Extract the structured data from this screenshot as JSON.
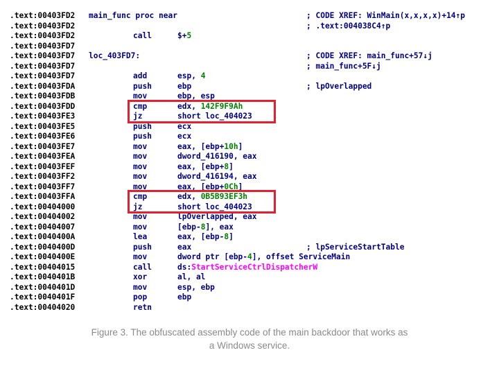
{
  "lines": [
    {
      "addr": ".text:00403FD2",
      "label": "main_func proc near",
      "mnem": "",
      "ops": "",
      "comment": "; CODE XREF: WinMain(x,x,x,x)+14↑p"
    },
    {
      "addr": ".text:00403FD2",
      "label": "",
      "mnem": "",
      "ops": "",
      "comment": "; .text:004038C4↑p"
    },
    {
      "addr": ".text:00403FD2",
      "label": "",
      "mnem": "call",
      "ops": "$+5",
      "comment": ""
    },
    {
      "addr": ".text:00403FD7",
      "label": "",
      "mnem": "",
      "ops": "",
      "comment": ""
    },
    {
      "addr": ".text:00403FD7",
      "label": "loc_403FD7:",
      "mnem": "",
      "ops": "",
      "comment": "; CODE XREF: main_func+57↓j"
    },
    {
      "addr": ".text:00403FD7",
      "label": "",
      "mnem": "",
      "ops": "",
      "comment": "; main_func+5F↓j"
    },
    {
      "addr": ".text:00403FD7",
      "label": "",
      "mnem": "add",
      "ops": "esp, 4",
      "comment": ""
    },
    {
      "addr": ".text:00403FDA",
      "label": "",
      "mnem": "push",
      "ops": "ebp",
      "comment": "; lpOverlapped"
    },
    {
      "addr": ".text:00403FDB",
      "label": "",
      "mnem": "mov",
      "ops": "ebp, esp",
      "comment": ""
    },
    {
      "addr": ".text:00403FDD",
      "label": "",
      "mnem": "cmp",
      "ops": "edx, 142F9F9Ah",
      "comment": ""
    },
    {
      "addr": ".text:00403FE3",
      "label": "",
      "mnem": "jz",
      "ops": "short loc_404023",
      "comment": ""
    },
    {
      "addr": ".text:00403FE5",
      "label": "",
      "mnem": "push",
      "ops": "ecx",
      "comment": ""
    },
    {
      "addr": ".text:00403FE6",
      "label": "",
      "mnem": "push",
      "ops": "ecx",
      "comment": ""
    },
    {
      "addr": ".text:00403FE7",
      "label": "",
      "mnem": "mov",
      "ops": "eax, [ebp+10h]",
      "comment": ""
    },
    {
      "addr": ".text:00403FEA",
      "label": "",
      "mnem": "mov",
      "ops": "dword_416190, eax",
      "comment": ""
    },
    {
      "addr": ".text:00403FEF",
      "label": "",
      "mnem": "mov",
      "ops": "eax, [ebp+8]",
      "comment": ""
    },
    {
      "addr": ".text:00403FF2",
      "label": "",
      "mnem": "mov",
      "ops": "dword_416194, eax",
      "comment": ""
    },
    {
      "addr": ".text:00403FF7",
      "label": "",
      "mnem": "mov",
      "ops": "eax, [ebp+0Ch]",
      "comment": ""
    },
    {
      "addr": ".text:00403FFA",
      "label": "",
      "mnem": "cmp",
      "ops": "edx, 0B5B93EF3h",
      "comment": ""
    },
    {
      "addr": ".text:00404000",
      "label": "",
      "mnem": "jz",
      "ops": "short loc_404023",
      "comment": ""
    },
    {
      "addr": ".text:00404002",
      "label": "",
      "mnem": "mov",
      "ops": "lpOverlapped, eax",
      "comment": ""
    },
    {
      "addr": ".text:00404007",
      "label": "",
      "mnem": "mov",
      "ops": "[ebp-8], eax",
      "comment": ""
    },
    {
      "addr": ".text:0040400A",
      "label": "",
      "mnem": "lea",
      "ops": "eax, [ebp-8]",
      "comment": ""
    },
    {
      "addr": ".text:0040400D",
      "label": "",
      "mnem": "push",
      "ops": "eax",
      "comment": "; lpServiceStartTable"
    },
    {
      "addr": ".text:0040400E",
      "label": "",
      "mnem": "mov",
      "ops": "dword ptr [ebp-4], offset ServiceMain",
      "comment": ""
    },
    {
      "addr": ".text:00404015",
      "label": "",
      "mnem": "call",
      "ops": "ds:StartServiceCtrlDispatcherW",
      "comment": ""
    },
    {
      "addr": ".text:0040401B",
      "label": "",
      "mnem": "xor",
      "ops": "al, al",
      "comment": ""
    },
    {
      "addr": ".text:0040401D",
      "label": "",
      "mnem": "mov",
      "ops": "esp, ebp",
      "comment": ""
    },
    {
      "addr": ".text:0040401F",
      "label": "",
      "mnem": "pop",
      "ops": "ebp",
      "comment": ""
    },
    {
      "addr": ".text:00404020",
      "label": "",
      "mnem": "retn",
      "ops": "",
      "comment": ""
    }
  ],
  "highlights": [
    {
      "from": 9,
      "to": 10,
      "color": "#e0212f"
    },
    {
      "from": 18,
      "to": 19,
      "color": "#e0212f"
    }
  ],
  "colors": {
    "code": "#000080",
    "number": "#008000",
    "api": "#ff00ff",
    "highlight": "#e0212f"
  },
  "caption": {
    "line1": "Figure 3. The obfuscated assembly code of the main backdoor that works as",
    "line2": "a Windows service."
  }
}
